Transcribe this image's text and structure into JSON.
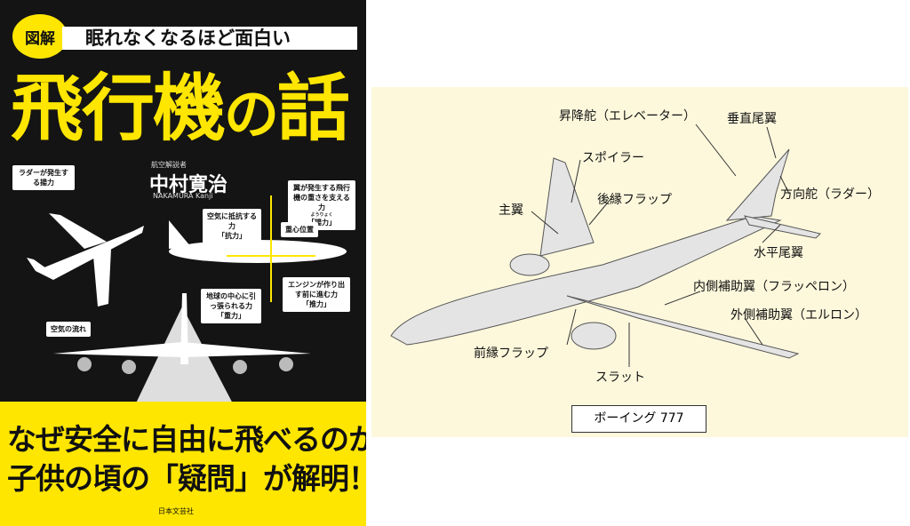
{
  "cover": {
    "badge": "図解",
    "subtitle": "眠れなくなるほど面白い",
    "title_main": "飛行機",
    "title_no": "の",
    "title_end": "話",
    "author_role": "航空解説者",
    "author": "中村寛治",
    "author_en": "NAKAMURA Kanji",
    "labels": {
      "rudder_lift": "ラダーが発生する揚力",
      "wing_lift_1": "翼が発生する飛行機の重さを支える力",
      "wing_lift_2": "「揚力」",
      "lift_ruby": "ようりょく",
      "drag_1": "空気に抵抗する力",
      "drag_2": "「抗力」",
      "cg": "重心位置",
      "gravity_1": "地球の中心に引っ張られる力",
      "gravity_2": "「重力」",
      "thrust_1": "エンジンが作り出す前に進む力",
      "thrust_2": "「推力」",
      "airflow": "空気の流れ"
    },
    "band_line1": "なぜ安全に自由に飛べるのか",
    "band_line2": "子供の頃の「疑問」が解明！",
    "publisher": "日本文芸社",
    "colors": {
      "accent": "#ffe600",
      "background": "#141414"
    }
  },
  "diagram": {
    "labels": {
      "elevator": "昇降舵（エレベーター）",
      "vstab": "垂直尾翼",
      "spoiler": "スポイラー",
      "rudder": "方向舵（ラダー）",
      "main_wing": "主翼",
      "trailing_flap": "後縁フラップ",
      "hstab": "水平尾翼",
      "inboard_aileron": "内側補助翼（フラッペロン）",
      "outboard_aileron": "外側補助翼（エルロン）",
      "leading_flap": "前縁フラップ",
      "slat": "スラット"
    },
    "model": "ボーイング 777",
    "colors": {
      "background": "#fdf8dc"
    }
  }
}
